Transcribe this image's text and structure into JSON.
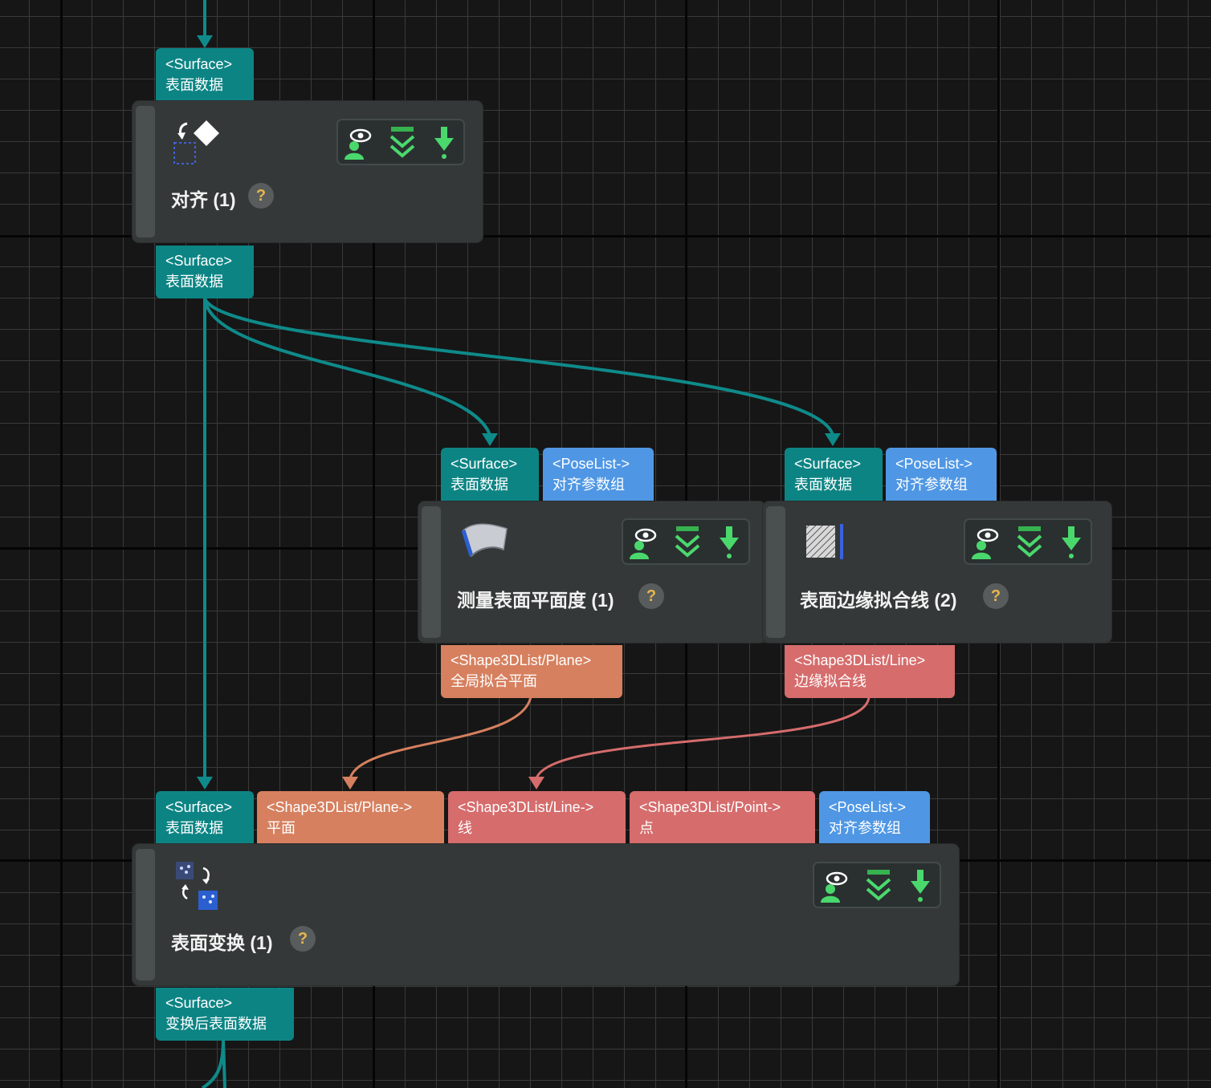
{
  "nodes": {
    "align": {
      "title": "对齐 (1)",
      "help": "?",
      "in_port": {
        "type": "<Surface>",
        "label": "表面数据"
      },
      "out_port": {
        "type": "<Surface>",
        "label": "表面数据"
      }
    },
    "flatness": {
      "title": "测量表面平面度 (1)",
      "help": "?",
      "in_ports": [
        {
          "type": "<Surface>",
          "label": "表面数据"
        },
        {
          "type": "<PoseList->",
          "label": "对齐参数组"
        }
      ],
      "out_port": {
        "type": "<Shape3DList/Plane>",
        "label": "全局拟合平面"
      }
    },
    "edge_line": {
      "title": "表面边缘拟合线 (2)",
      "help": "?",
      "in_ports": [
        {
          "type": "<Surface>",
          "label": "表面数据"
        },
        {
          "type": "<PoseList->",
          "label": "对齐参数组"
        }
      ],
      "out_port": {
        "type": "<Shape3DList/Line>",
        "label": "边缘拟合线"
      }
    },
    "transform": {
      "title": "表面变换 (1)",
      "help": "?",
      "in_ports": [
        {
          "type": "<Surface>",
          "label": "表面数据"
        },
        {
          "type": "<Shape3DList/Plane->",
          "label": "平面"
        },
        {
          "type": "<Shape3DList/Line->",
          "label": "线"
        },
        {
          "type": "<Shape3DList/Point->",
          "label": "点"
        },
        {
          "type": "<PoseList->",
          "label": "对齐参数组"
        }
      ],
      "out_port": {
        "type": "<Surface>",
        "label": "变换后表面数据"
      }
    }
  },
  "toolbar_icons": [
    "eye-person-icon",
    "collapse-chevrons-icon",
    "download-arrow-icon"
  ],
  "colors": {
    "surface_port": "#0d8484",
    "poselist_port": "#4f97e4",
    "plane_port": "#d6805f",
    "line_port": "#d66c6c",
    "node_body": "#343838",
    "canvas": "#161616",
    "wire_surface": "#0f8a8a",
    "wire_plane": "#d6805f",
    "wire_line": "#d66c6c"
  }
}
